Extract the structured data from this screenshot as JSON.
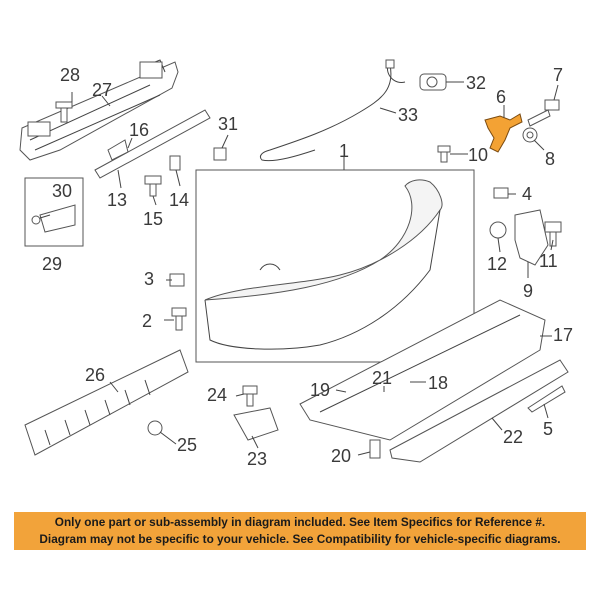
{
  "callouts": {
    "c1": "1",
    "c2": "2",
    "c3": "3",
    "c4": "4",
    "c5": "5",
    "c6": "6",
    "c7": "7",
    "c8": "8",
    "c9": "9",
    "c10": "10",
    "c11": "11",
    "c12": "12",
    "c13": "13",
    "c14": "14",
    "c15": "15",
    "c16": "16",
    "c17": "17",
    "c18": "18",
    "c19": "19",
    "c20": "20",
    "c21": "21",
    "c22": "22",
    "c23": "23",
    "c24": "24",
    "c25": "25",
    "c26": "26",
    "c27": "27",
    "c28": "28",
    "c29": "29",
    "c30": "30",
    "c31": "31",
    "c32": "32",
    "c33": "33"
  },
  "highlight_color": "#f3a234",
  "banner_color": "#f2a33a",
  "disclaimer": {
    "line1": "Only one part or sub-assembly in diagram included. See Item Specifics for Reference #.",
    "line2": "Diagram may not be specific to your vehicle. See Compatibility for vehicle-specific diagrams."
  }
}
